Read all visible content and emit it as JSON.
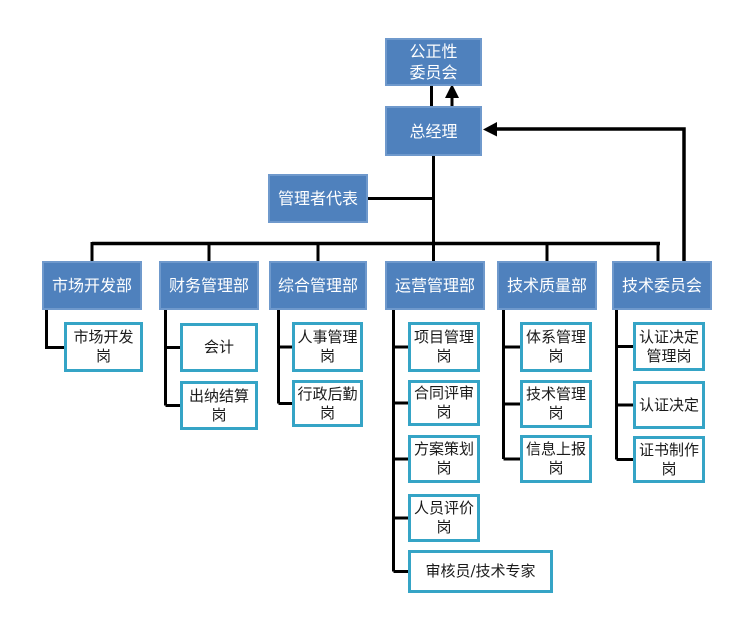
{
  "colors": {
    "dept_fill": "#4f81bd",
    "dept_border": "#6f99cc",
    "position_border": "#35a4c6",
    "connector": "#000000",
    "text_on_blue": "#ffffff",
    "text_dark": "#1a1a1a",
    "background": "#ffffff"
  },
  "org": {
    "impartiality_committee": {
      "lines": [
        "公正性",
        "委员会"
      ]
    },
    "general_manager": {
      "label": "总经理"
    },
    "management_representative": {
      "label": "管理者代表"
    },
    "departments": [
      {
        "label": "市场开发部",
        "positions": [
          "市场开发岗"
        ]
      },
      {
        "label": "财务管理部",
        "positions": [
          "会计",
          "出纳结算岗"
        ]
      },
      {
        "label": "综合管理部",
        "positions": [
          "人事管理岗",
          "行政后勤岗"
        ]
      },
      {
        "label": "运营管理部",
        "positions": [
          "项目管理岗",
          "合同评审岗",
          "方案策划岗",
          "人员评价岗",
          "审核员/技术专家"
        ]
      },
      {
        "label": "技术质量部",
        "positions": [
          "体系管理岗",
          "技术管理岗",
          "信息上报岗"
        ]
      },
      {
        "label": "技术委员会",
        "positions": [
          "认证决定管理岗",
          "认证决定",
          "证书制作岗"
        ]
      }
    ]
  }
}
